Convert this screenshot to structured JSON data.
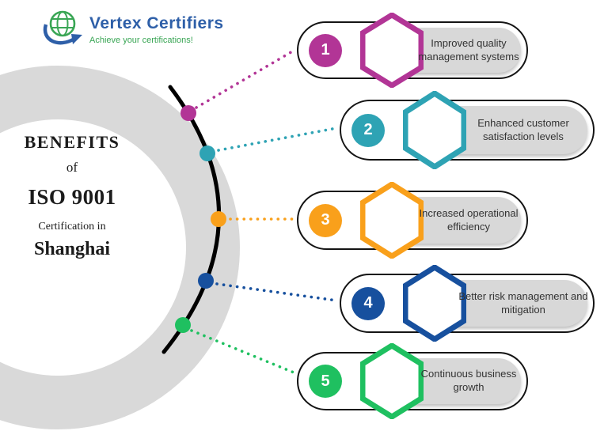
{
  "logo": {
    "company": "Vertex Certifiers",
    "tagline": "Achieve your certifications!",
    "brand_blue": "#2e5fa8",
    "brand_green": "#3aa655"
  },
  "heading": {
    "line1": "BENEFITS",
    "line2": "of",
    "line3": "ISO 9001",
    "line4": "Certification in",
    "line5": "Shanghai"
  },
  "benefits": [
    {
      "number": "1",
      "label": "Improved quality management systems",
      "color": "#b23596"
    },
    {
      "number": "2",
      "label": "Enhanced customer satisfaction levels",
      "color": "#2ea3b4"
    },
    {
      "number": "3",
      "label": "Increased operational efficiency",
      "color": "#f9a01b"
    },
    {
      "number": "4",
      "label": "Better risk management and mitigation",
      "color": "#17509e"
    },
    {
      "number": "5",
      "label": "Continuous  business growth",
      "color": "#1fc060"
    }
  ],
  "colors": {
    "ring_gray": "#d9d9d9",
    "pill_gray": "#d8d8d8",
    "arc_black": "#000000",
    "text_dark": "#333333"
  }
}
